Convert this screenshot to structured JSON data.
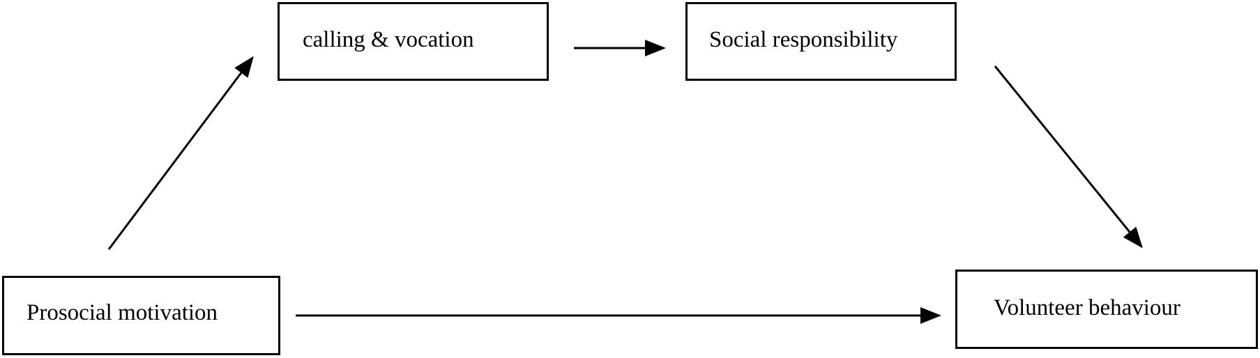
{
  "diagram": {
    "nodes": {
      "calling_vocation": "calling & vocation",
      "social_responsibility": "Social responsibility",
      "prosocial_motivation": "Prosocial motivation",
      "volunteer_behaviour": "Volunteer behaviour"
    },
    "edges": [
      {
        "from": "prosocial_motivation",
        "to": "calling_vocation"
      },
      {
        "from": "calling_vocation",
        "to": "social_responsibility"
      },
      {
        "from": "social_responsibility",
        "to": "volunteer_behaviour"
      },
      {
        "from": "prosocial_motivation",
        "to": "volunteer_behaviour"
      }
    ],
    "colors": {
      "stroke": "#000000",
      "background": "#ffffff"
    }
  }
}
